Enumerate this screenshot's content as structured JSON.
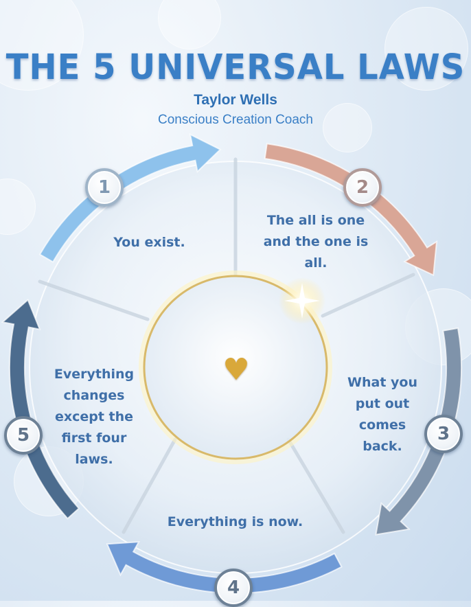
{
  "title": "THE 5 UNIVERSAL LAWS",
  "author": "Taylor Wells",
  "subtitle": "Conscious Creation Coach",
  "laws": [
    {
      "number": "1",
      "lines": [
        "You exist."
      ],
      "color": "#8ec2ec"
    },
    {
      "number": "2",
      "lines": [
        "The all is one",
        "and the one is",
        "all."
      ],
      "color": "#d9a696"
    },
    {
      "number": "3",
      "lines": [
        "What you",
        "put out",
        "comes",
        "back."
      ],
      "color": "#7f93aa"
    },
    {
      "number": "4",
      "lines": [
        "Everything is now."
      ],
      "color": "#6f9ad6"
    },
    {
      "number": "5",
      "lines": [
        "Everything",
        "changes",
        "except the",
        "first four",
        "laws."
      ],
      "color": "#4c6c8e"
    }
  ],
  "center_icon": "heart-icon",
  "center_glyph": "♥",
  "accent_color": "#3a7fc6",
  "gold_color": "#d9a83a"
}
